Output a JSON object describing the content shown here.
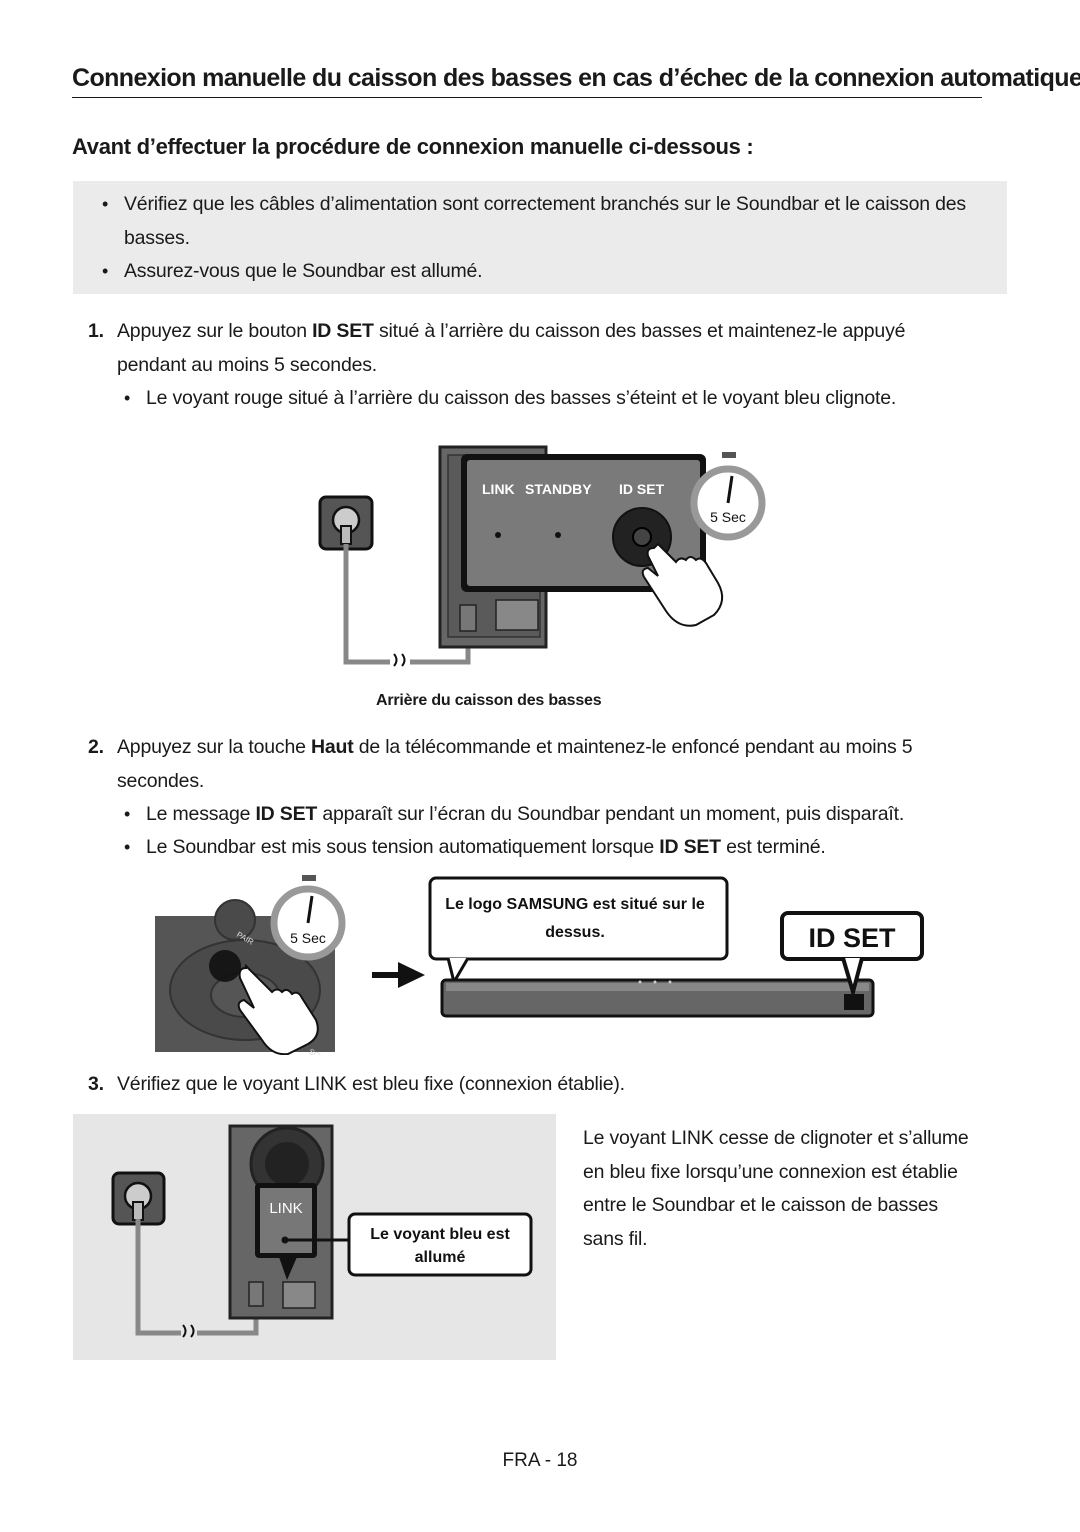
{
  "header": {
    "title": "Connexion manuelle du caisson des basses en cas d’échec de la connexion automatique",
    "subtitle": "Avant d’effectuer la procédure de connexion manuelle ci-dessous :"
  },
  "prerequisites": [
    "Vérifiez que les câbles d’alimentation sont correctement branchés sur le Soundbar et le caisson des basses.",
    "Assurez-vous que le Soundbar est allumé."
  ],
  "step1": {
    "number": "1.",
    "text_before": "Appuyez sur le bouton ",
    "bold": "ID SET",
    "text_after": " situé à l’arrière du caisson des basses et maintenez-le appuyé pendant au moins 5 secondes.",
    "bullet": "Le voyant rouge situé à l’arrière du caisson des basses s’éteint et le voyant bleu clignote."
  },
  "figure1": {
    "label_link": "LINK",
    "label_standby": "STANDBY",
    "label_idset": "ID SET",
    "timer": "5 Sec",
    "caption": "Arrière du caisson des basses"
  },
  "step2": {
    "number": "2.",
    "text_before": "Appuyez sur la touche ",
    "bold": "Haut",
    "text_after": " de la télécommande et maintenez-le enfoncé pendant au moins 5 secondes.",
    "bullet1_before": "Le message ",
    "bullet1_bold": "ID SET",
    "bullet1_after": " apparaît sur l’écran du Soundbar pendant un moment, puis disparaît.",
    "bullet2_before": "Le Soundbar est mis sous tension automatiquement lorsque ",
    "bullet2_bold": "ID SET",
    "bullet2_after": " est terminé."
  },
  "figure2": {
    "timer": "5 Sec",
    "remote_label_pair": "PAIR",
    "remote_label_sound": "SOUND",
    "callout_line1": "Le logo SAMSUNG est situé sur le",
    "callout_line2": "dessus.",
    "display": "ID SET"
  },
  "step3": {
    "number": "3.",
    "text": "Vérifiez que le voyant LINK est bleu fixe (connexion établie)."
  },
  "figure3": {
    "label_link": "LINK",
    "callout_line1": "Le voyant bleu est",
    "callout_line2": "allumé"
  },
  "side_note": [
    "Le voyant LINK cesse de clignoter et s’allume",
    "en bleu fixe lorsqu’une connexion est établie",
    "entre le Soundbar et le caisson de basses",
    "sans fil."
  ],
  "footer": {
    "page": "FRA - 18"
  }
}
